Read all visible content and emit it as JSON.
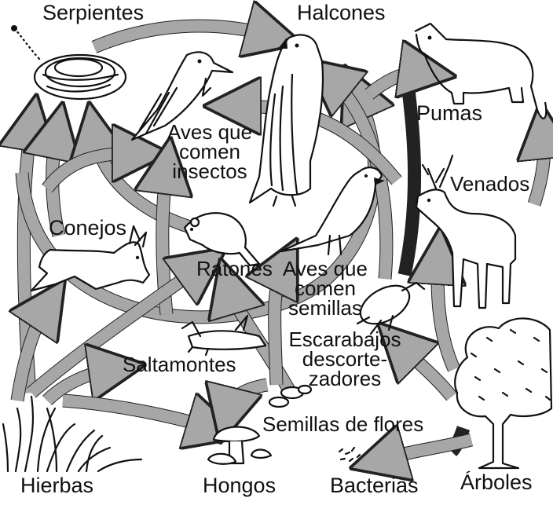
{
  "nodes": {
    "serpientes": "Serpientes",
    "halcones": "Halcones",
    "pumas": "Pumas",
    "aves_insectos": [
      "Aves que",
      "comen",
      "insectos"
    ],
    "venados": "Venados",
    "conejos": "Conejos",
    "ratones": "Ratones",
    "aves_semillas": [
      "Aves que",
      "comen",
      "semillas"
    ],
    "escarabajos": [
      "Escarabajos",
      "descorte-",
      "zadores"
    ],
    "saltamontes": "Saltamontes",
    "semillas_flores": "Semillas de flores",
    "hierbas": "Hierbas",
    "hongos": "Hongos",
    "bacterias": "Bacterias",
    "arboles": "Árboles"
  },
  "icons": {
    "snake": "snake-icon",
    "hawk": "hawk-icon",
    "puma": "puma-icon",
    "insect_bird": "woodpecker-icon",
    "deer": "deer-icon",
    "rabbit": "rabbit-icon",
    "mouse": "mouse-icon",
    "seed_bird": "finch-icon",
    "beetle": "beetle-icon",
    "grasshopper": "grasshopper-icon",
    "seeds": "seeds-icon",
    "grass": "grass-icon",
    "mushroom": "mushroom-icon",
    "bacteria": "bacteria-icon",
    "tree": "tree-icon"
  },
  "colors": {
    "arrow_fill": "#a7a7a7",
    "ink": "#111111"
  }
}
